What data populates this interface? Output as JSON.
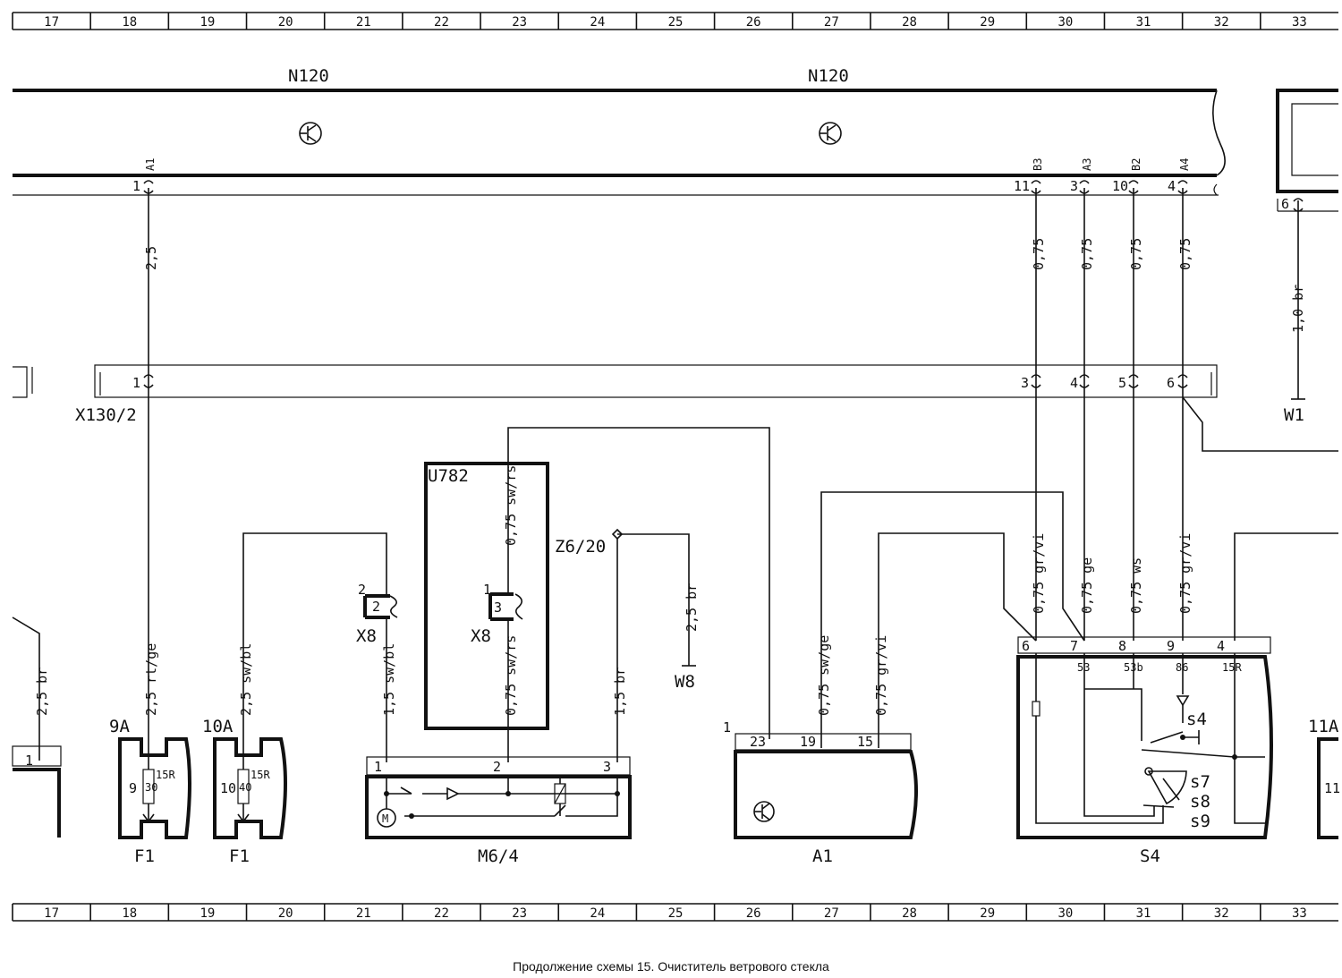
{
  "grid": {
    "columns": [
      "17",
      "18",
      "19",
      "20",
      "21",
      "22",
      "23",
      "24",
      "25",
      "26",
      "27",
      "28",
      "29",
      "30",
      "31",
      "32",
      "33"
    ]
  },
  "components": {
    "n120_left": "N120",
    "n120_right": "N120",
    "x130": "X130/2",
    "u782": "U782",
    "z6": "Z6/20",
    "x8_a": "X8",
    "x8_b": "X8",
    "w8": "W8",
    "w1": "W1",
    "m6": "M6/4",
    "a1": "A1",
    "s4": "S4",
    "f1_a": "F1",
    "f1_b": "F1",
    "fuse9_id": "9A",
    "fuse10_id": "10A",
    "fuse11_id": "11A",
    "a1_conn": "1"
  },
  "fuses": {
    "f9": {
      "num": "9",
      "rating": "30",
      "term": "15R"
    },
    "f10": {
      "num": "10",
      "rating": "40",
      "term": "15R"
    },
    "f11": {
      "num": "11"
    }
  },
  "pins": {
    "n120_a1": "A1",
    "n120_b3": "B3",
    "n120_a3": "A3",
    "n120_b2": "B2",
    "n120_a4": "A4",
    "n120_p1": "1",
    "n120_p11": "11",
    "n120_p3": "3",
    "n120_p10": "10",
    "n120_p4": "4",
    "w1_p6": "6",
    "x130_p1": "1",
    "x130_p3": "3",
    "x130_p4": "4",
    "x130_p5": "5",
    "x130_p6": "6",
    "x8a_2": "2",
    "x8a_pin": "2",
    "x8b_1": "1",
    "x8b_pin": "3",
    "m6_1": "1",
    "m6_2": "2",
    "m6_3": "3",
    "motor": "M",
    "a1_23": "23",
    "a1_19": "19",
    "a1_15": "15",
    "s4_6": "6",
    "s4_7": "7",
    "s4_8": "8",
    "s4_9": "9",
    "s4_4": "4",
    "s4_53": "53",
    "s4_53b": "53b",
    "s4_86": "86",
    "s4_15r": "15R",
    "s4_s4": "s4",
    "s4_s7": "s7",
    "s4_s8": "s8",
    "s4_s9": "s9",
    "left_1": "1"
  },
  "wires": {
    "w_a1": "2,5",
    "w_b3": "0,75",
    "w_a3": "0,75",
    "w_b2": "0,75",
    "w_a4": "0,75",
    "w_w1": "1,0 br",
    "w_f9": "2,5 rt/ge",
    "w_f10": "2,5 sw/bl",
    "w_left": "2,5 br",
    "w_x8a": "1,5 sw/bl",
    "w_u782_top": "0,75 sw/rs",
    "w_u782_bot": "0,75 sw/rs",
    "w_z6": "1,5 br",
    "w_w8": "2,5 br",
    "w_a1_19": "0,75 sw/ge",
    "w_a1_15": "0,75 gr/vi",
    "w_s4_6": "0,75 gr/vi",
    "w_s4_7": "0,75 ge",
    "w_s4_8": "0,75 ws",
    "w_s4_9": "0,75 gr/vi"
  },
  "caption": "Продолжение схемы 15. Очиститель ветрового стекла"
}
